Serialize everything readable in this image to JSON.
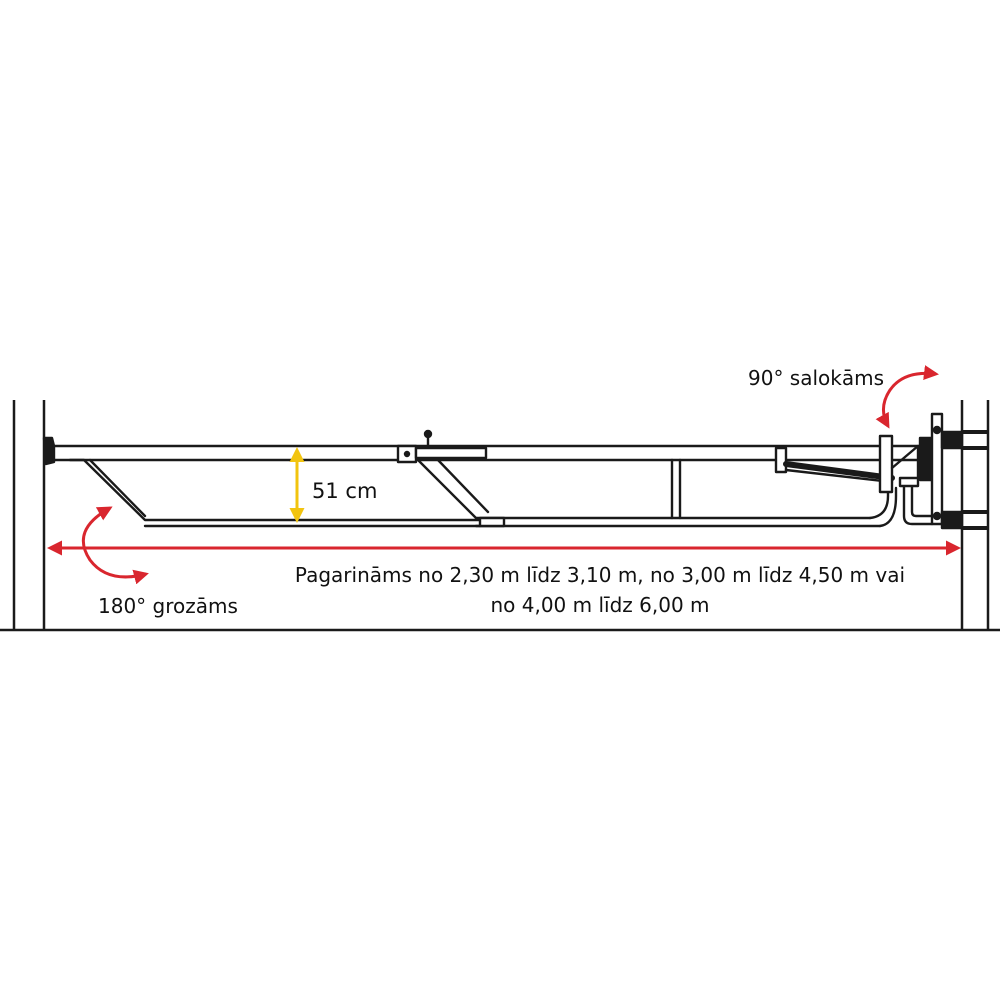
{
  "labels": {
    "height": "51 cm",
    "fold": "90° salokāms",
    "rotate": "180° grozāms",
    "extend_line1": "Pagarināms no 2,30 m līdz 3,10 m, no 3,00 m līdz 4,50 m vai",
    "extend_line2": "no 4,00 m līdz 6,00 m"
  },
  "colors": {
    "line": "#1a1a1a",
    "red_arrow": "#d9262e",
    "yellow_arrow": "#f2c40f",
    "background": "#ffffff"
  }
}
